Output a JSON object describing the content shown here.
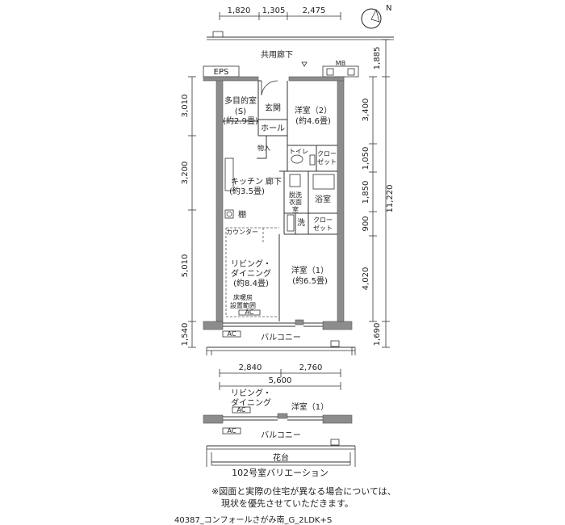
{
  "top_dims": [
    "1,820",
    "1,305",
    "2,475"
  ],
  "corridor": "共用廊下",
  "eps": "EPS",
  "mb": "MB",
  "left_dims": [
    "3,010",
    "3,200",
    "5,010",
    "1,540"
  ],
  "right_dims_outer": [
    "1,885",
    "11,220",
    "1,690"
  ],
  "right_dims_inner": [
    "3,400",
    "1,050",
    "1,850",
    "900",
    "4,020"
  ],
  "rooms": {
    "multi_line1": "多目的室",
    "multi_line2": "(S)",
    "multi_line3": "(約2.9畳)",
    "entrance": "玄関",
    "hall": "ホール",
    "western2_line1": "洋室（2）",
    "western2_line2": "(約4.6畳)",
    "storage": "物入",
    "toilet": "トイレ",
    "closet_top_line1": "クロー",
    "closet_top_line2": "ゼット",
    "kitchen_line1": "キッチン",
    "kitchen_line2": "(約3.5畳)",
    "corridor_inner": "廊下",
    "wash_line1": "脱洗",
    "wash_line2": "衣面",
    "wash_line3": "室",
    "bath": "浴室",
    "shelf": "棚",
    "laundry": "洗",
    "closet_mid_line1": "クロー",
    "closet_mid_line2": "ゼット",
    "counter": "カウンター",
    "living_line1": "リビング・",
    "living_line2": "ダイニング",
    "living_line3": "(約8.4畳)",
    "western1_line1": "洋室（1）",
    "western1_line2": "(約6.5畳)",
    "floor_heat_line1": "床暖房",
    "floor_heat_line2": "設置範囲",
    "ac": "AC",
    "balcony": "バルコニー"
  },
  "bottom_dims": [
    "2,840",
    "2,760",
    "5,600"
  ],
  "variation": {
    "living_line1": "リビング・",
    "living_line2": "ダイニング",
    "western1": "洋室（1）",
    "ac": "AC",
    "balcony": "バルコニー",
    "flower_bed": "花台",
    "caption": "102号室バリエーション"
  },
  "notes": [
    "※図面と実際の住宅が異なる場合については、",
    "現状を優先させていただきます。"
  ],
  "footer": "40387_コンフォールさがみ南_G_2LDK+S",
  "compass": "N"
}
